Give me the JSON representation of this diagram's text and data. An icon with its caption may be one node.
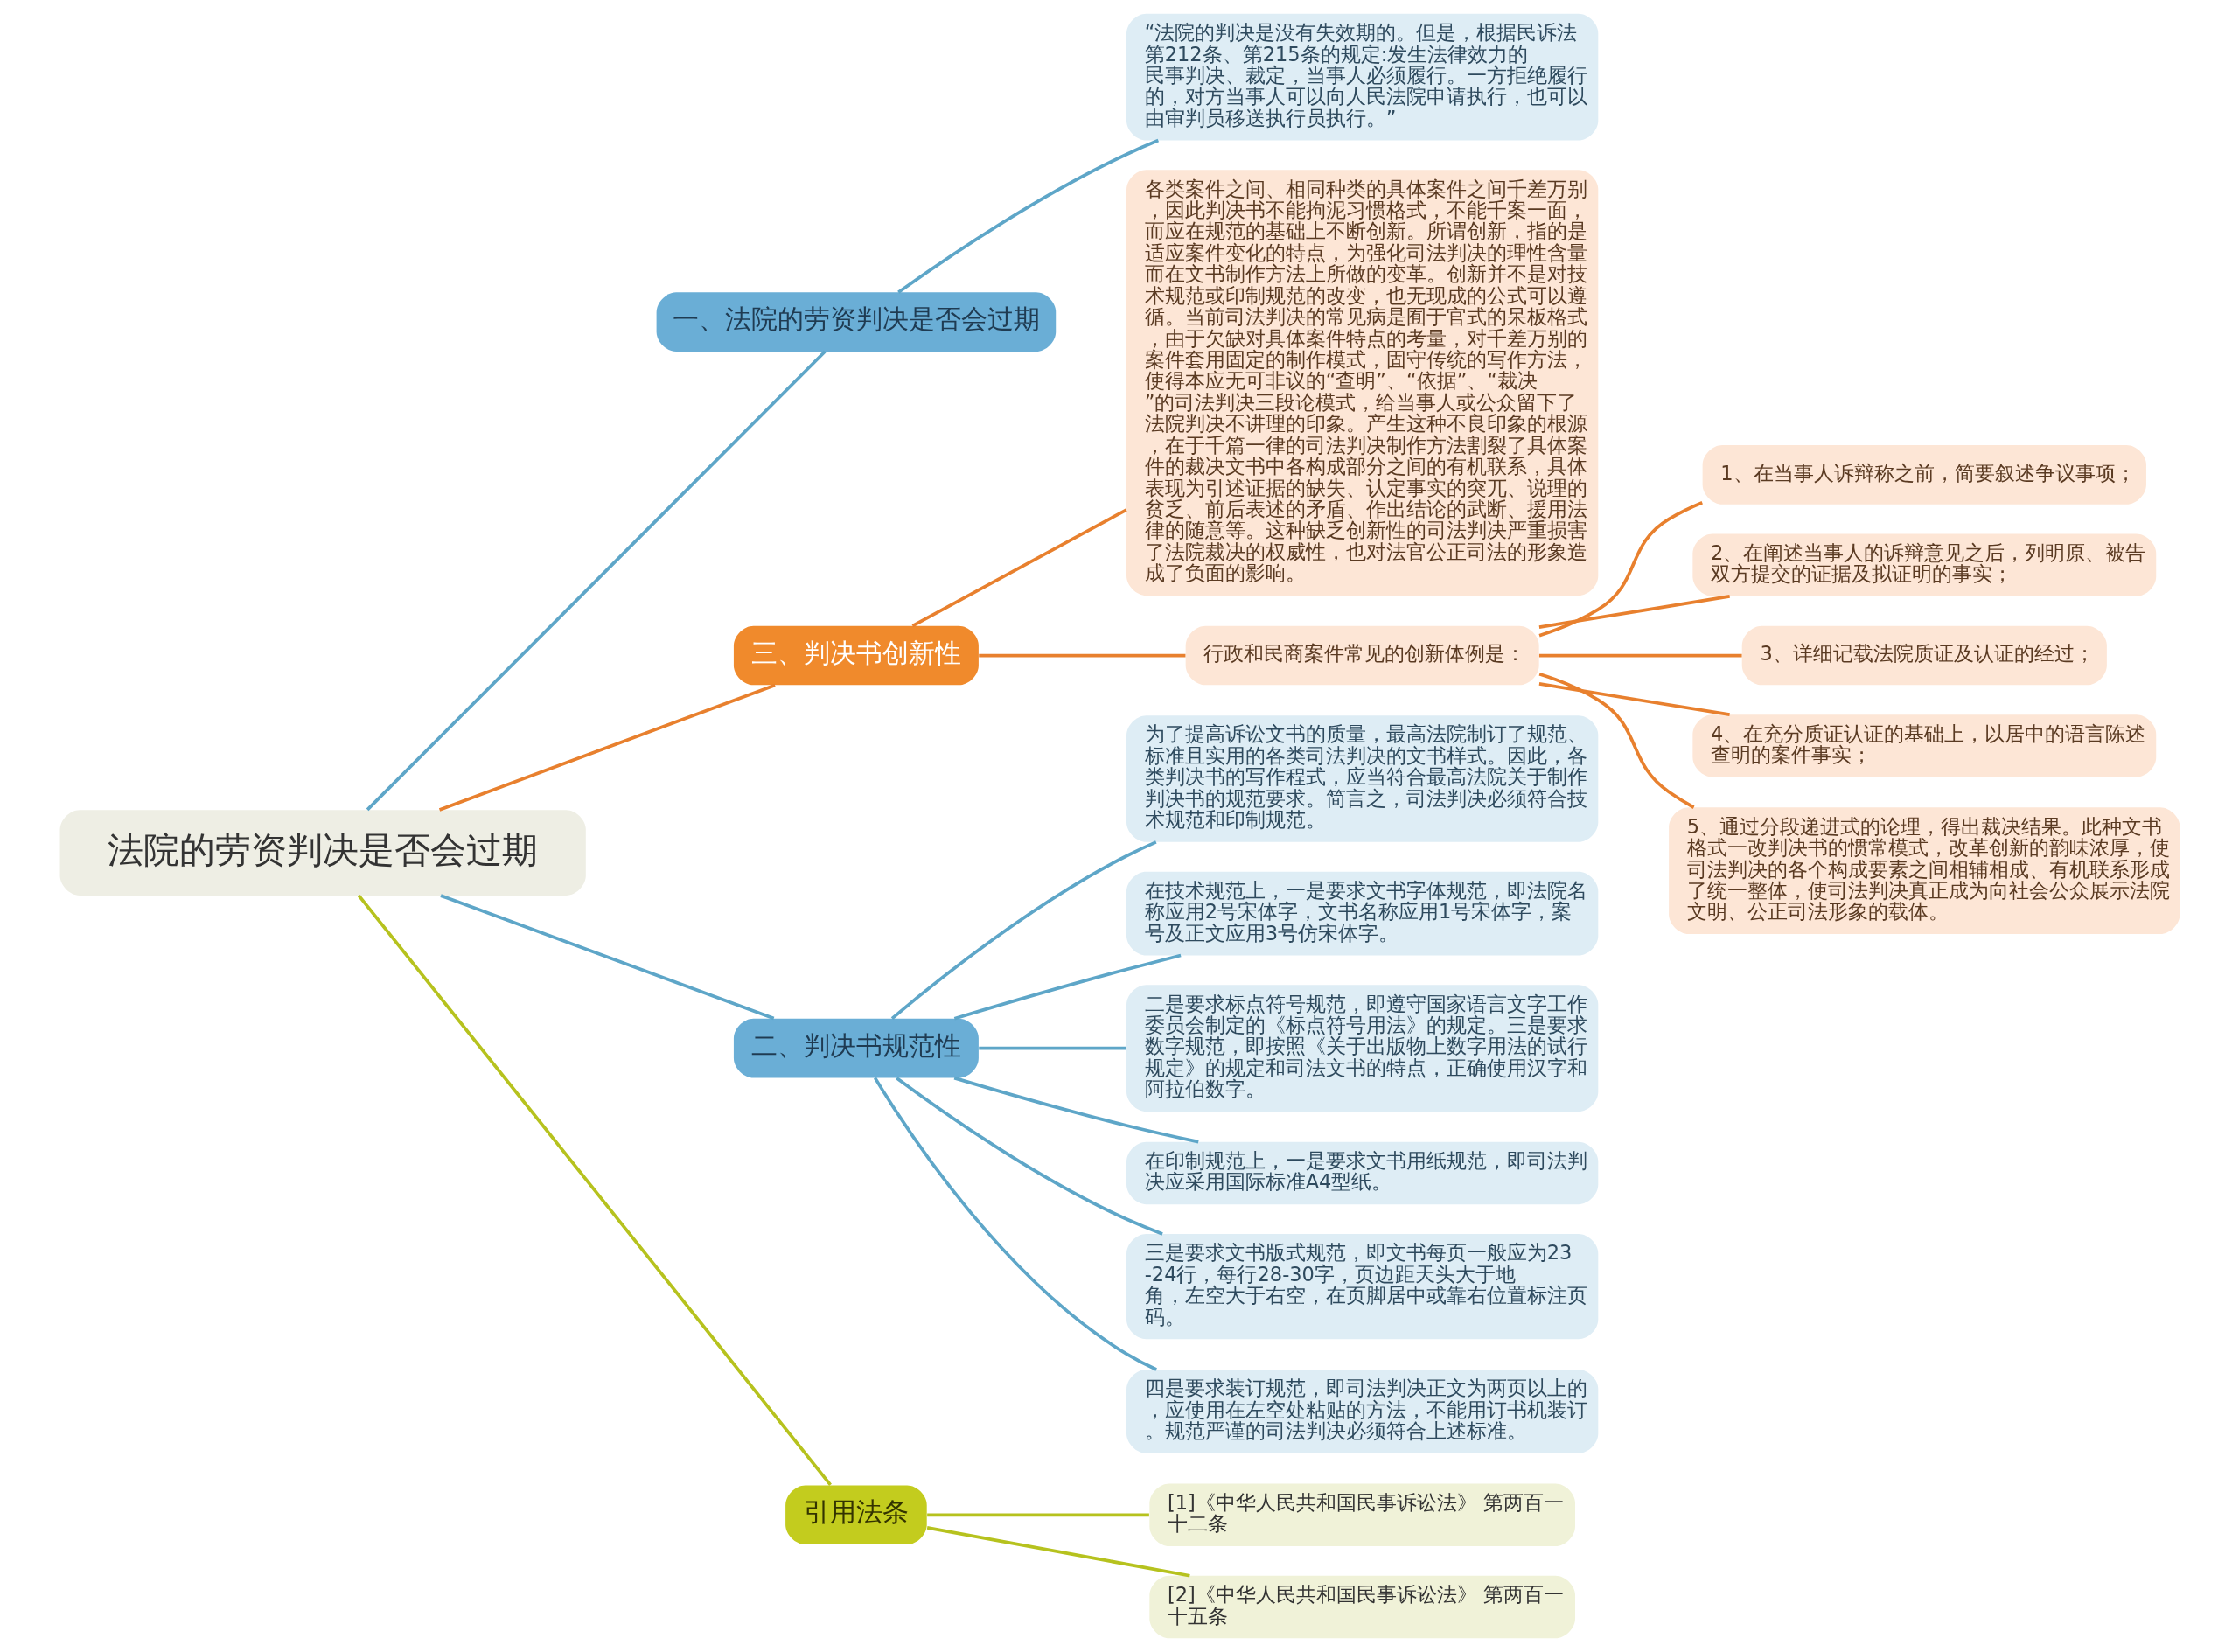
{
  "diagram": {
    "nodes": [
      {
        "text": [
          "法院的劳资判决是否会过期"
        ]
      },
      {
        "text": [
          "一、法院的劳资判决是否会过期"
        ]
      },
      {
        "text": [
          "“法院的判决是没有失效期的。但是，根据民诉法第212条、第215条的规定:发生法律效力的民事判决、裁定，当事人必须履行。一方拒绝履行的，对方当事人可以向人民法院申请执行，也可以由审判员移送执行员执行。”"
        ]
      },
      {
        "text": [
          "三、判决书创新性"
        ]
      },
      {
        "text": [
          "各类案件之间、相同种类的具体案件之间千差万别，因此判决书不能拘泥习惯格式，不能千案一面，而应在规范的基础上不断创新。所谓创新，指的是适应案件变化的特点，为强化司法判决的理性含量而在文书制作方法上所做的变革。创新并不是对技术规范或印制规范的改变，也无现成的公式可以遵循。当前司法判决的常见病是囿于官式的呆板格式，由于欠缺对具体案件特点的考量，对千差万别的案件套用固定的制作模式，固守传统的写作方法，使得本应无可非议的“查明”、“依据”、“裁决”的司法判决三段论模式，给当事人或公众留下了法院判决不讲理的印象。产生这种不良印象的根源，在于千篇一律的司法判决制作方法割裂了具体案件的裁决文书中各构成部分之间的有机联系，具体表现为引述证据的缺失、认定事实的突兀、说理的贫乏、前后表述的矛盾、作出结论的武断、援用法律的随意等。这种缺乏创新性的司法判决严重损害了法院裁决的权威性，也对法官公正司法的形象造成了负面的影响。"
        ]
      },
      {
        "text": [
          "行政和民商案件常见的创新体例是："
        ]
      },
      {
        "text": [
          "1、在当事人诉辩称之前，简要叙述争议事项；"
        ]
      },
      {
        "text": [
          "2、在阐述当事人的诉辩意见之后，列明原、被告双方提交的证据及拟证明的事实；"
        ]
      },
      {
        "text": [
          "3、详细记载法院质证及认证的经过；"
        ]
      },
      {
        "text": [
          "4、在充分质证认证的基础上，以居中的语言陈述查明的案件事实；"
        ]
      },
      {
        "text": [
          "5、通过分段递进式的论理，得出裁决结果。此种文书格式一改判决书的惯常模式，改革创新的韵味浓厚，使司法判决的各个构成要素之间相辅相成、有机联系形成了统一整体，使司法判决真正成为向社会公众展示法院文明、公正司法形象的载体。"
        ]
      },
      {
        "text": [
          "二、判决书规范性"
        ]
      },
      {
        "text": [
          "为了提高诉讼文书的质量，最高法院制订了规范、标准且实用的各类司法判决的文书样式。因此，各类判决书的写作程式，应当符合最高法院关于制作判决书的规范要求。简言之，司法判决必须符合技术规范和印制规范。"
        ]
      },
      {
        "text": [
          "在技术规范上，一是要求文书字体规范，即法院名称应用2号宋体字，文书名称应用1号宋体字，案号及正文应用3号仿宋体字。"
        ]
      },
      {
        "text": [
          "二是要求标点符号规范，即遵守国家语言文字工作委员会制定的《标点符号用法》的规定。三是要求数字规范，即按照《关于出版物上数字用法的试行规定》的规定和司法文书的特点，正确使用汉字和阿拉伯数字。"
        ]
      },
      {
        "text": [
          "在印制规范上，一是要求文书用纸规范，即司法判决应采用国际标准A4型纸。"
        ]
      },
      {
        "text": [
          "三是要求文书版式规范，即文书每页一般应为23-24行，每行28-30字，页边距天头大于地角，左空大于右空，在页脚居中或靠右位置标注页码。"
        ]
      },
      {
        "text": [
          "四是要求装订规范，即司法判决正文为两页以上的，应使用在左空处粘贴的方法，不能用订书机装订。规范严谨的司法判决必须符合上述标准。"
        ]
      },
      {
        "text": [
          "引用法条"
        ]
      },
      {
        "text": [
          "[1]《中华人民共和国民事诉讼法》 第两百一十二条"
        ]
      },
      {
        "text": [
          "[2]《中华人民共和国民事诉讼法》 第两百一十五条"
        ]
      }
    ],
    "edges": [
      {
        "from": 0,
        "to": 1,
        "arrow": "none"
      },
      {
        "from": 1,
        "to": 2,
        "arrow": "none"
      },
      {
        "from": 0,
        "to": 3,
        "arrow": "none",
        "color": "#e8802e"
      },
      {
        "from": 3,
        "to": 4,
        "arrow": "none",
        "color": "#e8802e"
      },
      {
        "from": 3,
        "to": 5,
        "arrow": "none",
        "color": "#e8802e"
      },
      {
        "from": 5,
        "to": 6,
        "arrow": "none",
        "color": "#e8802e"
      },
      {
        "from": 5,
        "to": 7,
        "arrow": "none",
        "color": "#e8802e"
      },
      {
        "from": 5,
        "to": 8,
        "arrow": "none",
        "color": "#e8802e"
      },
      {
        "from": 5,
        "to": 9,
        "arrow": "none",
        "color": "#e8802e"
      },
      {
        "from": 5,
        "to": 10,
        "arrow": "none",
        "color": "#e8802e"
      },
      {
        "from": 0,
        "to": 11,
        "arrow": "none"
      },
      {
        "from": 11,
        "to": 12,
        "arrow": "none"
      },
      {
        "from": 11,
        "to": 13,
        "arrow": "none"
      },
      {
        "from": 11,
        "to": 14,
        "arrow": "none"
      },
      {
        "from": 11,
        "to": 15,
        "arrow": "none"
      },
      {
        "from": 11,
        "to": 16,
        "arrow": "none"
      },
      {
        "from": 11,
        "to": 17,
        "arrow": "none"
      },
      {
        "from": 0,
        "to": 18,
        "arrow": "none",
        "color": "#b6c21e"
      },
      {
        "from": 18,
        "to": 19,
        "arrow": "none",
        "color": "#b6c21e"
      },
      {
        "from": 18,
        "to": 20,
        "arrow": "none",
        "color": "#b6c21e"
      }
    ]
  }
}
